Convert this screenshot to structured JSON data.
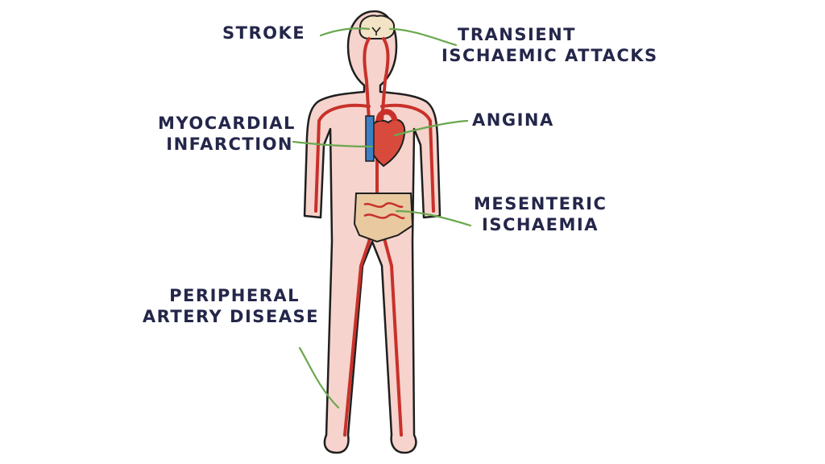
{
  "labels": {
    "stroke": "STROKE",
    "tia_line1": "TRANSIENT",
    "tia_line2": "ISCHAEMIC ATTACKS",
    "mi_line1": "MYOCARDIAL",
    "mi_line2": "INFARCTION",
    "angina": "ANGINA",
    "mesenteric_line1": "MESENTERIC",
    "mesenteric_line2": "ISCHAEMIA",
    "pad_line1": "PERIPHERAL",
    "pad_line2": "ARTERY DISEASE"
  },
  "colors": {
    "text": "#24264a",
    "skin": "#f6d3cc",
    "outline": "#1f1f1f",
    "artery": "#c8312a",
    "vein": "#3b7fc4",
    "intestine": "#e8c9a0",
    "brain": "#f3e3c6",
    "leader": "#6aa84f"
  }
}
